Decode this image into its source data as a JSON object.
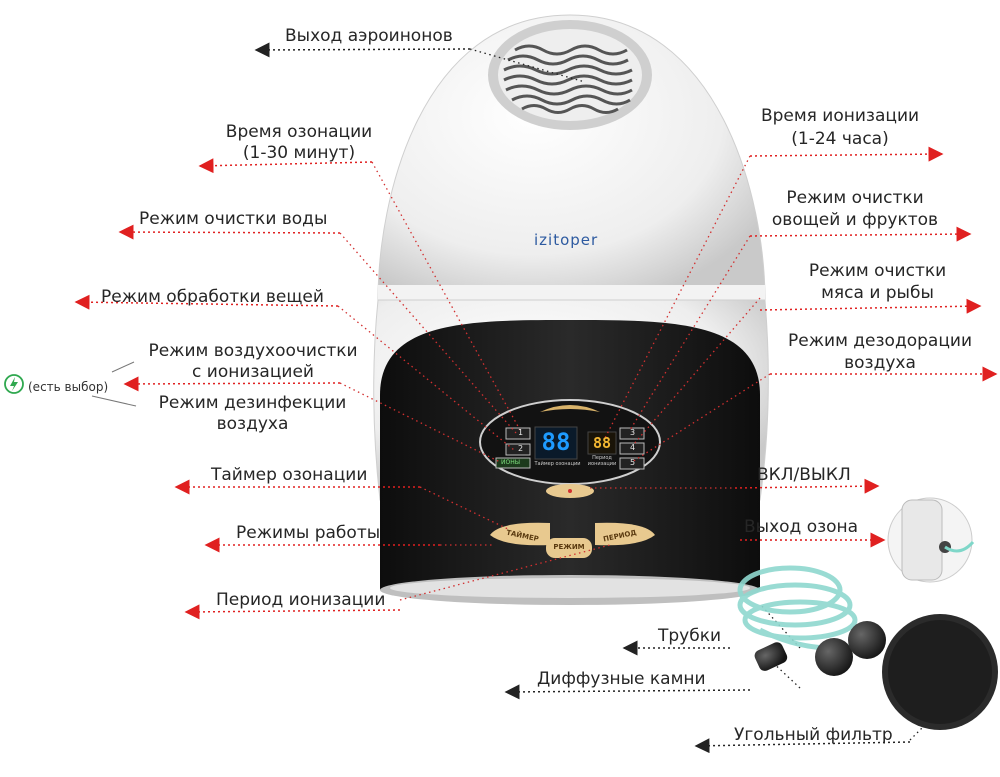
{
  "brand": "izitoper",
  "labels": {
    "aeroion_outlet": "Выход аэроинонов",
    "ozonation_time_1": "Время озонации",
    "ozonation_time_2": "(1-30 минут)",
    "water_mode": "Режим очистки воды",
    "things_mode": "Режим обработки вещей",
    "air_ion_mode_1": "Режим воздухоочистки",
    "air_ion_mode_2": "с ионизацией",
    "choice_note": "(есть выбор)",
    "air_disinfect_1": "Режим дезинфекции",
    "air_disinfect_2": "воздуха",
    "ozonation_timer": "Таймер озонации",
    "work_modes": "Режимы работы",
    "ionization_period": "Период ионизации",
    "ionization_time_1": "Время ионизации",
    "ionization_time_2": "(1-24 часа)",
    "veg_mode_1": "Режим очистки",
    "veg_mode_2": "овощей и фруктов",
    "meat_mode_1": "Режим очистки",
    "meat_mode_2": "мяса и рыбы",
    "deodor_mode_1": "Режим дезодорации",
    "deodor_mode_2": "воздуха",
    "power": "ВКЛ/ВЫКЛ",
    "ozone_outlet": "Выход озона",
    "tubes": "Трубки",
    "diffuser_stones": "Диффузные камни",
    "carbon_filter": "Угольный фильтр"
  },
  "panel": {
    "left_display": "88",
    "right_display": "88",
    "left_caption": "Таймер озонации",
    "right_caption_1": "Период",
    "right_caption_2": "ионизации",
    "mode_left": [
      "1",
      "2"
    ],
    "mode_left_ion": "ИОНЫ",
    "mode_right": [
      "3",
      "4",
      "5"
    ],
    "btn_timer": "ТАЙМЕР",
    "btn_mode": "РЕЖИМ",
    "btn_period": "ПЕРИОД"
  },
  "colors": {
    "arrow_red": "#e02020",
    "dot_red": "#d23030",
    "display_blue": "#1e9bff",
    "display_amber": "#f2b632",
    "button_tan": "#e8c98f"
  }
}
